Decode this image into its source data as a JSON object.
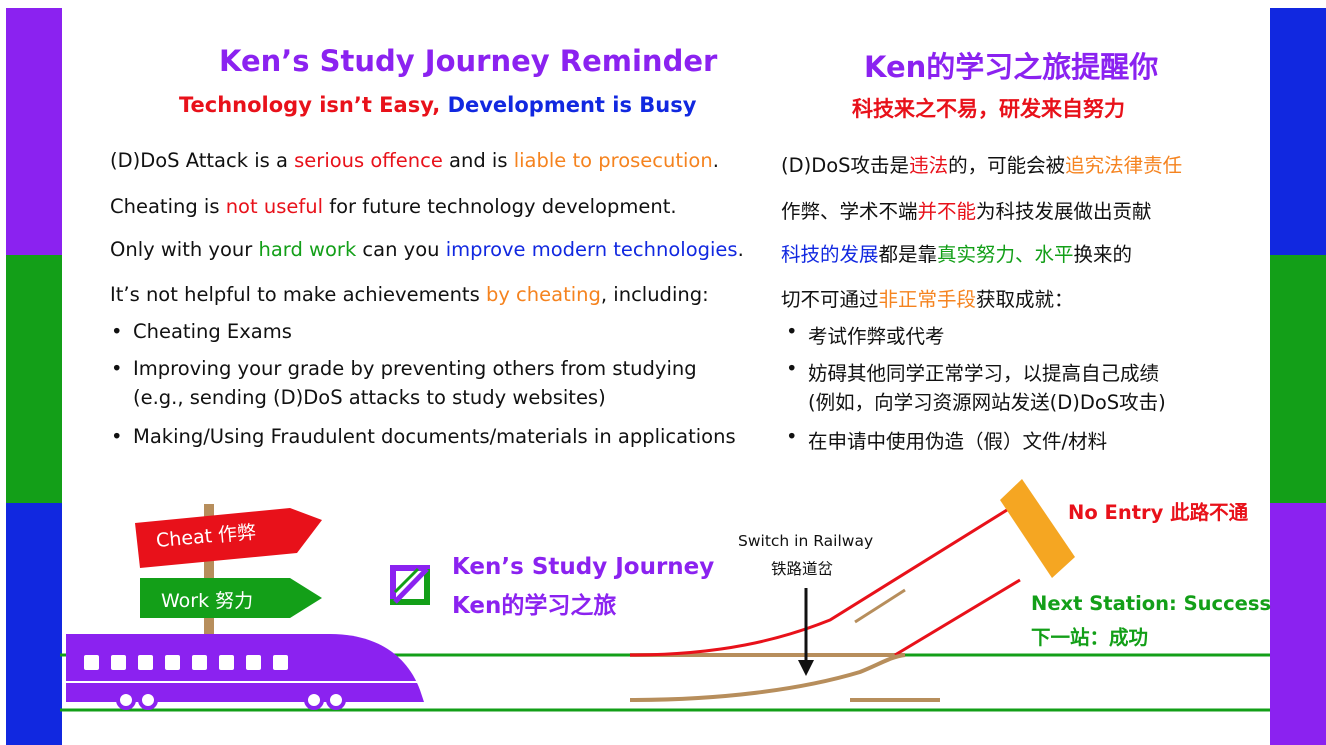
{
  "colors": {
    "purple": "#8B22F0",
    "red": "#E8111A",
    "orange": "#F5831F",
    "green": "#139F18",
    "blue": "#1128E0",
    "brown": "#B78E5C"
  },
  "en": {
    "title": "Ken’s Study Journey Reminder",
    "subtitle": {
      "part1": "Technology isn’t Easy, ",
      "part2": "Development is Busy"
    },
    "l1": {
      "a": "(D)DoS Attack is a ",
      "b": "serious offence",
      "c": " and is ",
      "d": "liable to prosecution",
      "e": "."
    },
    "l2": {
      "a": "Cheating is ",
      "b": "not useful",
      "c": " for future technology development."
    },
    "l3": {
      "a": "Only with your ",
      "b": "hard work",
      "c": " can you ",
      "d": "improve modern technologies",
      "e": "."
    },
    "l4": {
      "a": "It’s not helpful to make achievements ",
      "b": "by cheating",
      "c": ", including:"
    },
    "b1": "Cheating Exams",
    "b2a": "Improving your grade by preventing others from studying",
    "b2b": "(e.g., sending (D)DoS attacks to study websites)",
    "b3": "Making/Using Fraudulent documents/materials in applications"
  },
  "zh": {
    "title": "Ken的学习之旅提醒你",
    "subtitle": "科技来之不易，研发来自努力",
    "l1": {
      "a": "(D)DoS攻击是",
      "b": "违法",
      "c": "的，可能会被",
      "d": "追究法律责任"
    },
    "l2": {
      "a": "作弊、学术不端",
      "b": "并不能",
      "c": "为科技发展做出贡献"
    },
    "l3": {
      "a": "科技的发展",
      "b": "都是靠",
      "c": "真实努力、水平",
      "d": "换来的"
    },
    "l4": {
      "a": "切不可通过",
      "b": "非正常手段",
      "c": "获取成就："
    },
    "b1": "考试作弊或代考",
    "b2a": "妨碍其他同学正常学习，以提高自己成绩",
    "b2b": "(例如，向学习资源网站发送(D)DoS攻击)",
    "b3": "在申请中使用伪造（假）文件/材料"
  },
  "signs": {
    "cheat": "Cheat 作弊",
    "work": "Work 努力"
  },
  "brand": {
    "en": "Ken’s Study Journey",
    "zh": "Ken的学习之旅",
    "logo_icon": "ken-logo-icon"
  },
  "switch": {
    "en": "Switch in Railway",
    "zh": "铁路道岔"
  },
  "no_entry": "No Entry 此路不通",
  "next_station": {
    "en": "Next Station: Success",
    "zh": "下一站：成功"
  }
}
